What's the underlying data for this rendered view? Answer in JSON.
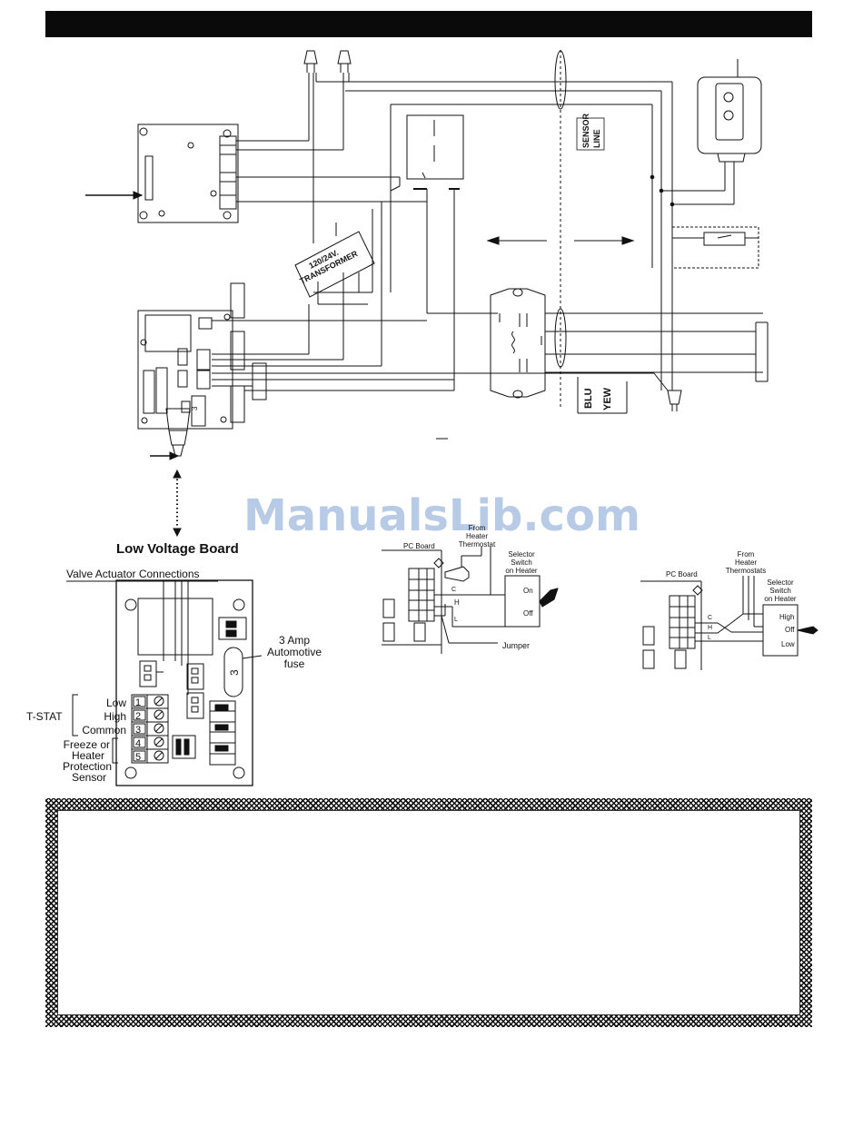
{
  "watermark": "ManualsLib.com",
  "diagram": {
    "transformer_label_1": "120/24V.",
    "transformer_label_2": "TRANSFORMER",
    "sensor_line_1": "SENSOR",
    "sensor_line_2": "LINE",
    "wire_blu": "BLU",
    "wire_yew": "YEW",
    "fuse_num_small": "3"
  },
  "low_voltage_board": {
    "title": "Low Voltage Board",
    "valve_actuator": "Valve Actuator Connections",
    "fuse_num": "3",
    "fuse_label_1": "3 Amp",
    "fuse_label_2": "Automotive",
    "fuse_label_3": "fuse",
    "tstat": "T-STAT",
    "low": "Low",
    "high": "High",
    "common": "Common",
    "freeze_1": "Freeze or",
    "freeze_2": "Heater",
    "freeze_3": "Protection",
    "freeze_4": "Sensor",
    "terminals": [
      "1",
      "2",
      "3",
      "4",
      "5"
    ]
  },
  "two_wire": {
    "pc_board": "PC Board",
    "from_1": "From",
    "from_2": "Heater",
    "from_3": "Thermostat",
    "selector_1": "Selector",
    "selector_2": "Switch",
    "selector_3": "on Heater",
    "on": "On",
    "off": "Off",
    "c": "C",
    "h": "H",
    "l": "L",
    "jumper": "Jumper"
  },
  "three_wire": {
    "pc_board": "PC Board",
    "from_1": "From",
    "from_2": "Heater",
    "from_3": "Thermostats",
    "selector_1": "Selector",
    "selector_2": "Switch",
    "selector_3": "on Heater",
    "high": "High",
    "off": "Off",
    "low": "Low",
    "c": "C",
    "h": "H",
    "l": "L"
  },
  "colors": {
    "ink": "#111111",
    "watermark": "#b8cbe6",
    "header": "#0a0a0a"
  }
}
